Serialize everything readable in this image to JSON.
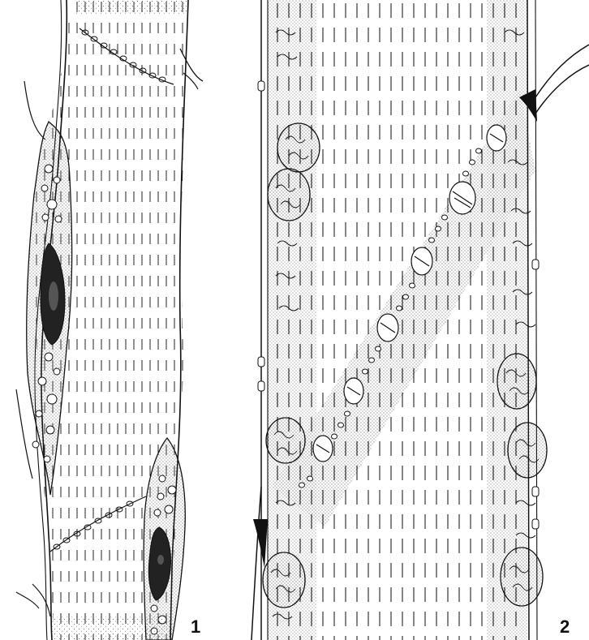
{
  "figure": {
    "panels": [
      {
        "id": "1",
        "label": "1"
      },
      {
        "id": "2",
        "label": "2"
      }
    ],
    "colors": {
      "ink": "#111111",
      "paper": "#ffffff",
      "stipple": "#333333"
    }
  }
}
